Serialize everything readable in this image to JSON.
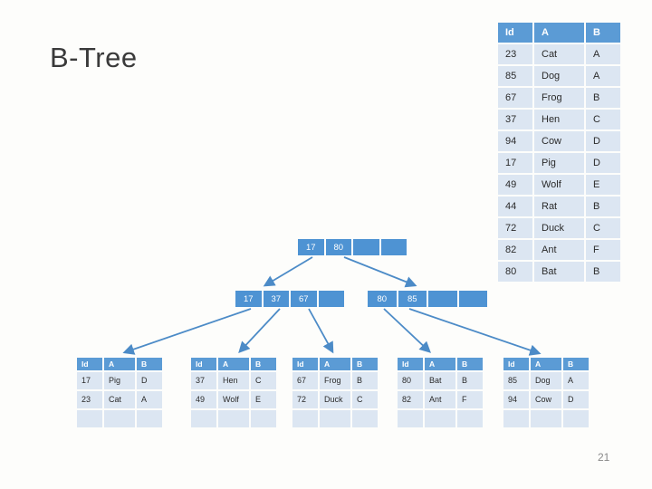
{
  "slide": {
    "title": "B-Tree",
    "page_number": "21"
  },
  "colors": {
    "accent_blue": "#5B9BD5",
    "node_blue": "#4E93D3",
    "arrow_blue": "#4C8BC7",
    "row_fill": "#DCE6F2",
    "header_text": "#FFFFFF",
    "body_text": "#2B2B2B",
    "title_text": "#3A3A3A"
  },
  "main_table": {
    "headers": [
      "Id",
      "A",
      "B"
    ],
    "rows": [
      [
        "23",
        "Cat",
        "A"
      ],
      [
        "85",
        "Dog",
        "A"
      ],
      [
        "67",
        "Frog",
        "B"
      ],
      [
        "37",
        "Hen",
        "C"
      ],
      [
        "94",
        "Cow",
        "D"
      ],
      [
        "17",
        "Pig",
        "D"
      ],
      [
        "49",
        "Wolf",
        "E"
      ],
      [
        "44",
        "Rat",
        "B"
      ],
      [
        "72",
        "Duck",
        "C"
      ],
      [
        "82",
        "Ant",
        "F"
      ],
      [
        "80",
        "Bat",
        "B"
      ]
    ]
  },
  "tree": {
    "root": {
      "cells": [
        "17",
        "80",
        "",
        ""
      ]
    },
    "internal_left": {
      "cells": [
        "17",
        "37",
        "67",
        ""
      ]
    },
    "internal_right": {
      "cells": [
        "80",
        "85",
        "",
        ""
      ]
    },
    "leaves": [
      {
        "headers": [
          "Id",
          "A",
          "B"
        ],
        "rows": [
          [
            "17",
            "Pig",
            "D"
          ],
          [
            "23",
            "Cat",
            "A"
          ],
          [
            "",
            "",
            ""
          ]
        ]
      },
      {
        "headers": [
          "Id",
          "A",
          "B"
        ],
        "rows": [
          [
            "37",
            "Hen",
            "C"
          ],
          [
            "49",
            "Wolf",
            "E"
          ],
          [
            "",
            "",
            ""
          ]
        ]
      },
      {
        "headers": [
          "Id",
          "A",
          "B"
        ],
        "rows": [
          [
            "67",
            "Frog",
            "B"
          ],
          [
            "72",
            "Duck",
            "C"
          ],
          [
            "",
            "",
            ""
          ]
        ]
      },
      {
        "headers": [
          "Id",
          "A",
          "B"
        ],
        "rows": [
          [
            "80",
            "Bat",
            "B"
          ],
          [
            "82",
            "Ant",
            "F"
          ],
          [
            "",
            "",
            ""
          ]
        ]
      },
      {
        "headers": [
          "Id",
          "A",
          "B"
        ],
        "rows": [
          [
            "85",
            "Dog",
            "A"
          ],
          [
            "94",
            "Cow",
            "D"
          ],
          [
            "",
            "",
            ""
          ]
        ]
      }
    ]
  }
}
